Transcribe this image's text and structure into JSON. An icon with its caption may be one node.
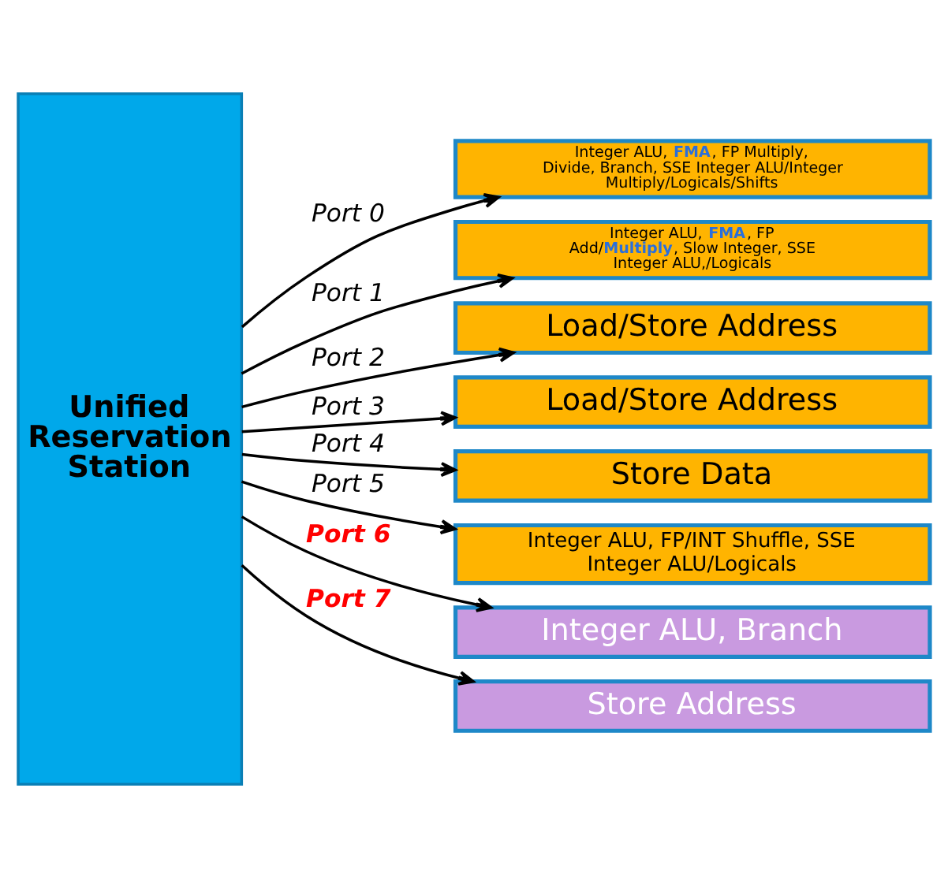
{
  "diagram": {
    "nodes": [
      {
        "text": [
          "Unified Reservation Station"
        ]
      },
      {
        "text": [
          "Integer ALU, **FMA**, FP Multiply, Divide, Branch, SSE Integer ALU/Integer Multiply/Logicals/Shifts"
        ]
      },
      {
        "text": [
          "Integer ALU, **FMA**, FP Add/**Multiply**, Slow Integer, SSE Integer ALU,/Logicals"
        ]
      },
      {
        "text": [
          "Load/Store Address"
        ]
      },
      {
        "text": [
          "Load/Store Address"
        ]
      },
      {
        "text": [
          "Store Data"
        ]
      },
      {
        "text": [
          "Integer ALU, FP/INT Shuffle, SSE Integer ALU/Logicals"
        ]
      },
      {
        "text": [
          "Integer ALU, Branch"
        ]
      },
      {
        "text": [
          "Store Address"
        ]
      }
    ],
    "edges": [
      {
        "from": 0,
        "to": 1,
        "arrow": "to",
        "label": "Port 0"
      },
      {
        "from": 0,
        "to": 2,
        "arrow": "to",
        "label": "Port 1"
      },
      {
        "from": 0,
        "to": 3,
        "arrow": "to",
        "label": "Port 2"
      },
      {
        "from": 0,
        "to": 4,
        "arrow": "to",
        "label": "Port 3"
      },
      {
        "from": 0,
        "to": 5,
        "arrow": "to",
        "label": "Port 4"
      },
      {
        "from": 0,
        "to": 6,
        "arrow": "to",
        "label": "Port 5"
      },
      {
        "from": 0,
        "to": 7,
        "arrow": "to",
        "label": "Port 6"
      },
      {
        "from": 0,
        "to": 8,
        "arrow": "to",
        "label": "Port 7"
      }
    ]
  }
}
